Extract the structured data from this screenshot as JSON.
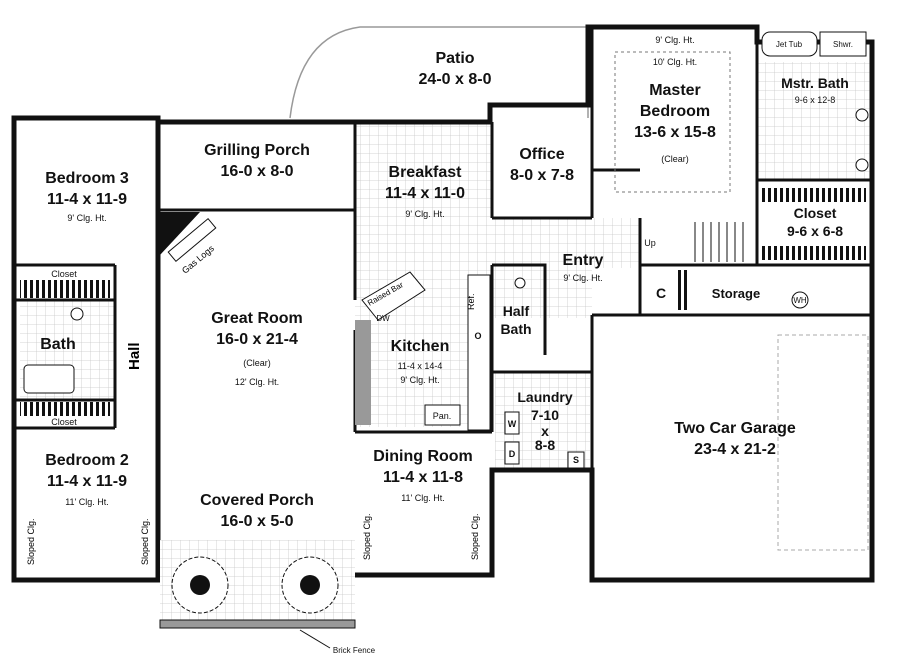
{
  "rooms": {
    "patio": {
      "name": "Patio",
      "dims": "24-0 x 8-0"
    },
    "master": {
      "clg": "9' Clg. Ht.",
      "clg2": "10' Clg. Ht.",
      "name1": "Master",
      "name2": "Bedroom",
      "dims": "13-6 x 15-8",
      "note": "(Clear)"
    },
    "mstr_bath": {
      "name": "Mstr. Bath",
      "dims": "9-6 x 12-8",
      "jet_tub": "Jet Tub",
      "shower": "Shwr."
    },
    "bedroom3": {
      "name": "Bedroom 3",
      "dims": "11-4 x 11-9",
      "clg": "9' Clg. Ht."
    },
    "grilling_porch": {
      "name": "Grilling Porch",
      "dims": "16-0 x 8-0"
    },
    "breakfast": {
      "name": "Breakfast",
      "dims": "11-4 x 11-0",
      "clg": "9' Clg. Ht."
    },
    "office": {
      "name": "Office",
      "dims": "8-0 x 7-8"
    },
    "closet_master": {
      "name": "Closet",
      "dims": "9-6 x 6-8"
    },
    "entry": {
      "name": "Entry",
      "clg": "9' Clg. Ht."
    },
    "storage": {
      "name": "Storage",
      "wh": "WH"
    },
    "great_room": {
      "name": "Great Room",
      "dims": "16-0 x 21-4",
      "note": "(Clear)",
      "clg": "12' Clg. Ht."
    },
    "kitchen": {
      "name": "Kitchen",
      "dims": "11-4 x 14-4",
      "clg": "9' Clg. Ht."
    },
    "half_bath": {
      "name1": "Half",
      "name2": "Bath"
    },
    "laundry": {
      "name": "Laundry",
      "dims1": "7-10",
      "dims2": "x",
      "dims3": "8-8"
    },
    "garage": {
      "name": "Two Car Garage",
      "dims": "23-4 x 21-2"
    },
    "bath": {
      "name": "Bath"
    },
    "hall": {
      "name": "Hall"
    },
    "bedroom2": {
      "name": "Bedroom 2",
      "dims": "11-4 x 11-9",
      "clg": "11' Clg. Ht."
    },
    "covered_porch": {
      "name": "Covered Porch",
      "dims": "16-0 x 5-0"
    },
    "dining": {
      "name": "Dining Room",
      "dims": "11-4 x 11-8",
      "clg": "11' Clg. Ht."
    }
  },
  "fixtures": {
    "closet": "Closet",
    "gas_logs": "Gas Logs",
    "raised_bar": "Raised Bar",
    "dw": "DW",
    "ref": "Ref.",
    "oven": "O",
    "pantry": "Pan.",
    "up": "Up",
    "c": "C",
    "w": "W",
    "d": "D",
    "s": "S",
    "sloped": "Sloped Clg.",
    "brick_fence": "Brick Fence"
  },
  "colors": {
    "wall": "#111111",
    "tile": "#dcdcdc",
    "background": "#ffffff"
  }
}
